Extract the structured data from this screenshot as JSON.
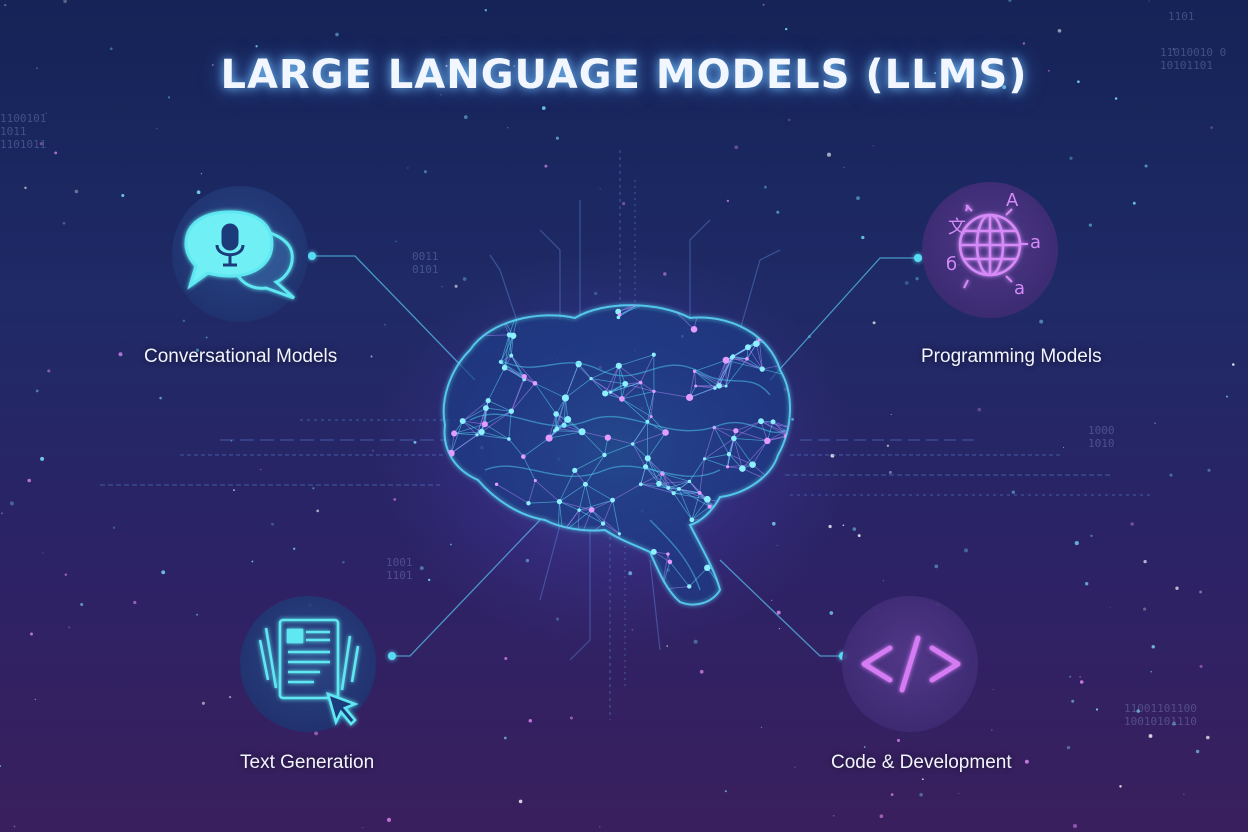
{
  "title": "LARGE LANGUAGE MODELS (LLMS)",
  "categories": [
    {
      "id": "conversational",
      "label": "Conversational Models",
      "icon": "chat-microphone-icon",
      "accent": "#53e6f0"
    },
    {
      "id": "programming",
      "label": "Programming Models",
      "icon": "globe-translate-icon",
      "accent": "#c77bf0"
    },
    {
      "id": "text",
      "label": "Text Generation",
      "icon": "document-cursor-icon",
      "accent": "#53e6f0"
    },
    {
      "id": "code",
      "label": "Code & Development",
      "icon": "code-brackets-icon",
      "accent": "#c77bf0"
    }
  ],
  "center_icon": "neural-brain-icon",
  "globe_glyphs": [
    "文",
    "A",
    "a",
    "б",
    "a"
  ],
  "binary_snippets": [
    "11010010 0\n10101101",
    "1100101\n1011\n1101011",
    "1000\n1010",
    "1001\n1101",
    "11001101100\n10010101110",
    "0011\n0101",
    "1101"
  ]
}
